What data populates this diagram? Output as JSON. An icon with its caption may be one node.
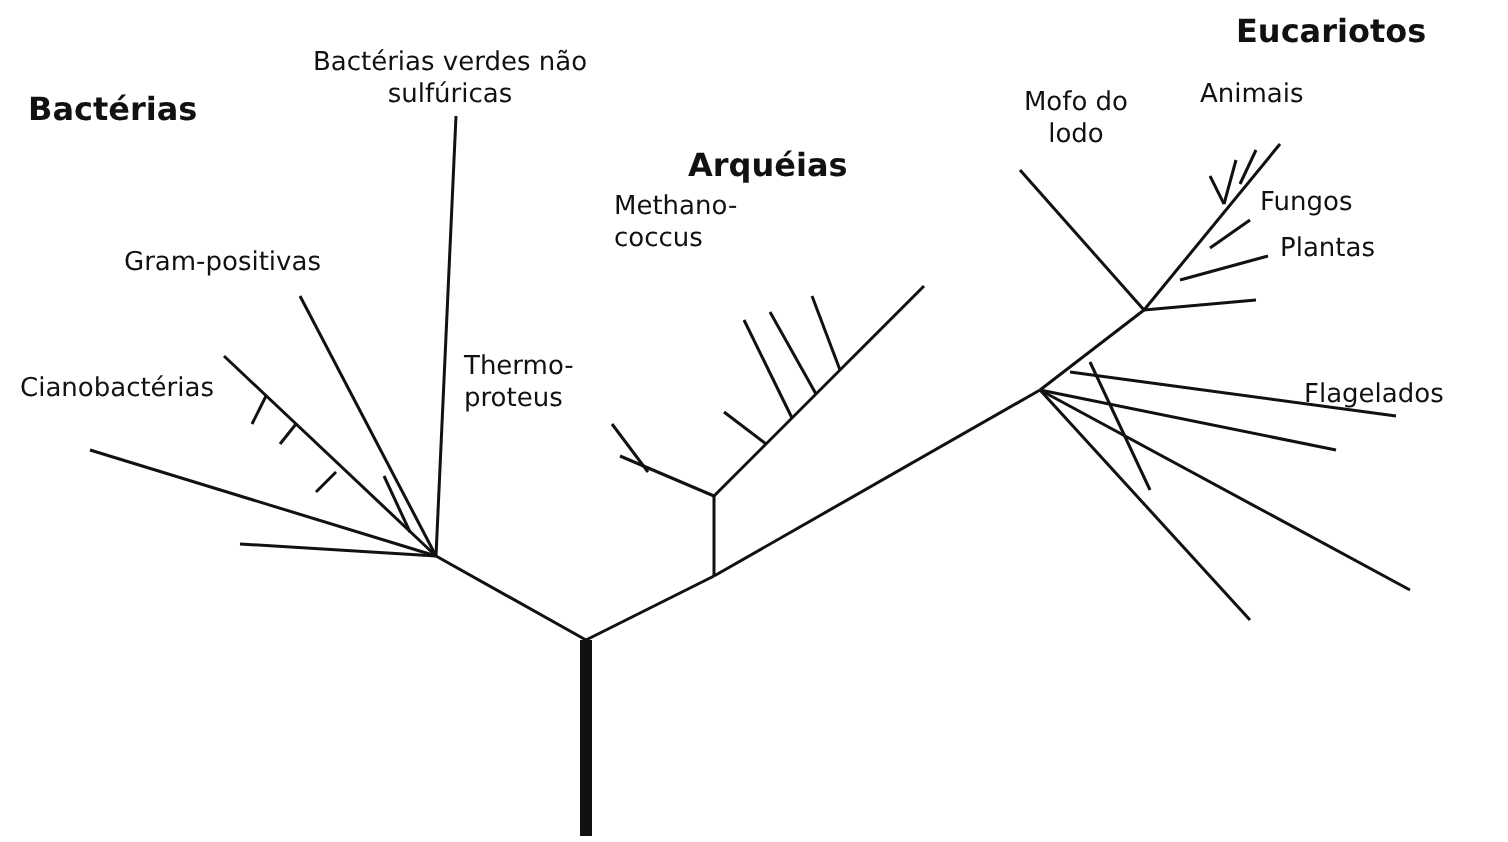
{
  "diagram": {
    "labels": [
      "Eucariotos",
      "Bactérias verdes não sulfúricas",
      "Mofo do lodo",
      "Animais",
      "Bactérias",
      "Arquéias",
      "Gram-positivas",
      "Fungos",
      "Methano- coccus",
      "Plantas",
      "Thermo- proteus",
      "Cianobactérias",
      "Flagelados"
    ]
  }
}
